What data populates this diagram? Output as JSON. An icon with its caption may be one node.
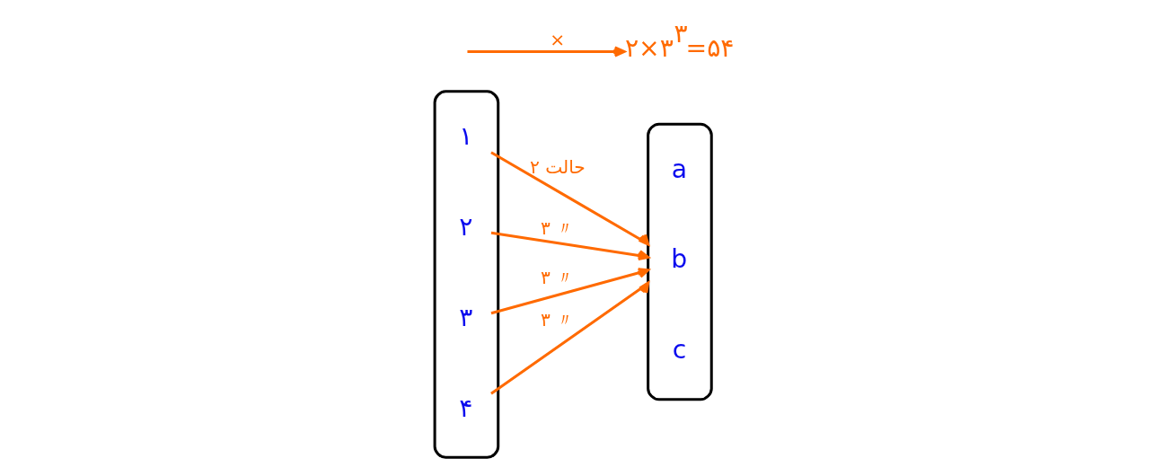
{
  "diagram": {
    "nodes": [
      {
        "text": [],
        "shape": "ellipse"
      },
      {
        "text": [
          "۱"
        ],
        "in": 0
      },
      {
        "text": [
          "۲"
        ],
        "in": 0
      },
      {
        "text": [
          "۳"
        ],
        "in": 0
      },
      {
        "text": [
          "۴"
        ],
        "in": 0
      },
      {
        "text": [],
        "shape": "ellipse"
      },
      {
        "text": [
          "a"
        ],
        "in": 5
      },
      {
        "text": [
          "b"
        ],
        "in": 5
      },
      {
        "text": [
          "c"
        ],
        "in": 5
      },
      {
        "text": [
          "۲×۳$^{۳}$=۵۴"
        ]
      }
    ],
    "edges": [
      {
        "from": 1,
        "to": 5,
        "arrow": "to",
        "label": "۲ حالت"
      },
      {
        "from": 2,
        "to": 5,
        "arrow": "to",
        "label": "۳ 〃"
      },
      {
        "from": 3,
        "to": 5,
        "arrow": "to",
        "label": "۳ 〃"
      },
      {
        "from": 4,
        "to": 5,
        "arrow": "to",
        "label": "۳ 〃"
      },
      {
        "from": null,
        "to": 9,
        "arrow": "to",
        "label": "×"
      }
    ]
  }
}
